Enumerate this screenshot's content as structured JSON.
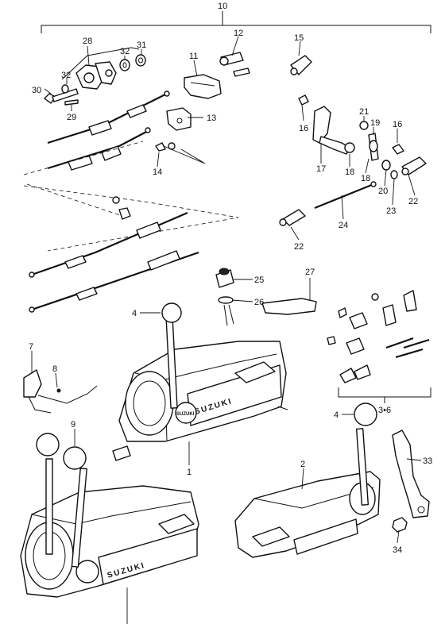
{
  "brand": {
    "box_text": "SUZUKI",
    "knob_text": "SUZUKI"
  },
  "callouts": [
    {
      "id": "c10",
      "text": "10"
    },
    {
      "id": "c28",
      "text": "28"
    },
    {
      "id": "c12",
      "text": "12"
    },
    {
      "id": "c15",
      "text": "15"
    },
    {
      "id": "c32a",
      "text": "32"
    },
    {
      "id": "c31",
      "text": "31"
    },
    {
      "id": "c11",
      "text": "11"
    },
    {
      "id": "c30",
      "text": "30"
    },
    {
      "id": "c32b",
      "text": "32"
    },
    {
      "id": "c29",
      "text": "29"
    },
    {
      "id": "c13",
      "text": "13"
    },
    {
      "id": "c16a",
      "text": "16"
    },
    {
      "id": "c21",
      "text": "21"
    },
    {
      "id": "c19",
      "text": "19"
    },
    {
      "id": "c16b",
      "text": "16"
    },
    {
      "id": "c17",
      "text": "17"
    },
    {
      "id": "c18a",
      "text": "18"
    },
    {
      "id": "c18b",
      "text": "18"
    },
    {
      "id": "c20",
      "text": "20"
    },
    {
      "id": "c22a",
      "text": "22"
    },
    {
      "id": "c23",
      "text": "23"
    },
    {
      "id": "c14",
      "text": "14"
    },
    {
      "id": "c24",
      "text": "24"
    },
    {
      "id": "c22b",
      "text": "22"
    },
    {
      "id": "c25",
      "text": "25"
    },
    {
      "id": "c27",
      "text": "27"
    },
    {
      "id": "c26",
      "text": "26"
    },
    {
      "id": "c4a",
      "text": "4"
    },
    {
      "id": "c7",
      "text": "7"
    },
    {
      "id": "c8",
      "text": "8"
    },
    {
      "id": "c1",
      "text": "1"
    },
    {
      "id": "c36",
      "text": "3•6"
    },
    {
      "id": "c9",
      "text": "9"
    },
    {
      "id": "c4b",
      "text": "4"
    },
    {
      "id": "c2",
      "text": "2"
    },
    {
      "id": "c33",
      "text": "33"
    },
    {
      "id": "c34",
      "text": "34"
    }
  ]
}
